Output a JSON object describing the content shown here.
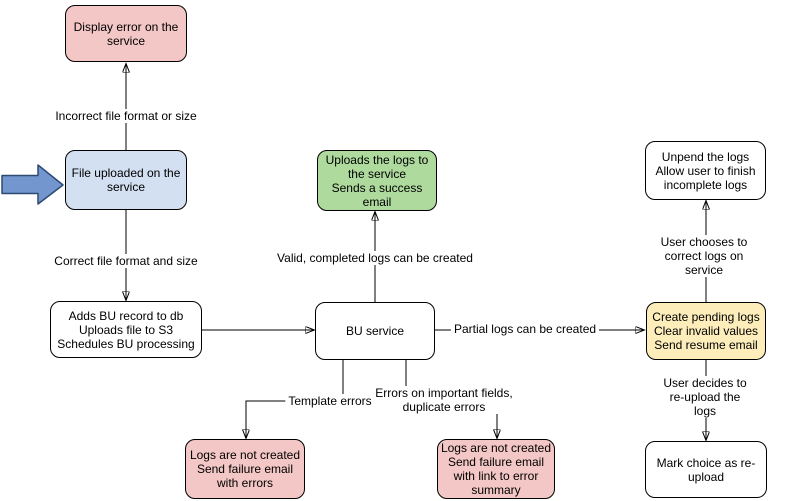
{
  "nodes": {
    "display_error": {
      "text": "Display error on the\nservice"
    },
    "file_uploaded": {
      "text": "File uploaded on the\nservice"
    },
    "adds_bu": {
      "text": "Adds BU record to db\nUploads file to S3\nSchedules BU processing"
    },
    "bu_service": {
      "text": "BU service"
    },
    "uploads_logs": {
      "text": "Uploads the logs to\nthe service\nSends a success\nemail"
    },
    "logs_not_created_template": {
      "text": "Logs are not created\nSend failure email\nwith errors"
    },
    "logs_not_created_fields": {
      "text": "Logs are not created\nSend failure email\nwith link to error\nsummary"
    },
    "create_pending": {
      "text": "Create pending logs\nClear invalid values\nSend resume email"
    },
    "unpend": {
      "text": "Unpend the logs\nAllow user to finish\nincomplete logs"
    },
    "mark_choice": {
      "text": "Mark choice as re-\nupload"
    }
  },
  "edges": {
    "incorrect_file": "Incorrect file format or size",
    "correct_file": "Correct file format and size",
    "valid_completed": "Valid, completed logs can be created",
    "partial_logs": "Partial logs can be created",
    "template_errors": "Template errors",
    "errors_important": "Errors on important fields,\nduplicate errors",
    "user_corrects": "User chooses to correct logs on service",
    "user_reuploads": "User decides to re-upload the logs"
  },
  "colors": {
    "node_pink": "#f3c7c5",
    "node_blue": "#d3e0f1",
    "node_green": "#aeda9e",
    "node_yellow": "#fcedbb",
    "node_white": "#ffffff",
    "input_arrow_fill": "#7296cd",
    "input_arrow_stroke": "#2d4a73",
    "line": "#000000"
  }
}
